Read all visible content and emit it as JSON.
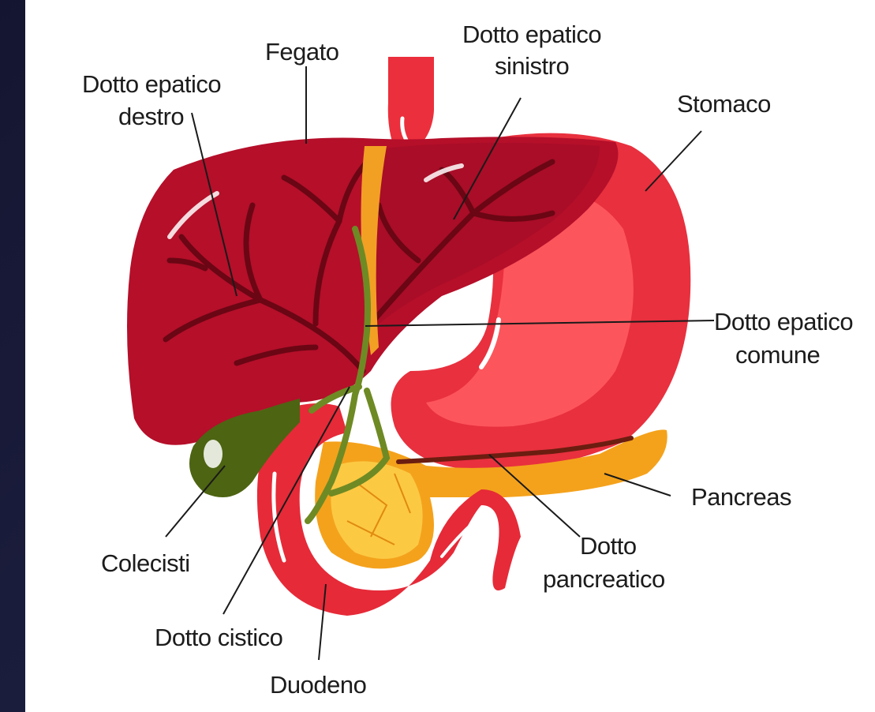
{
  "labels": {
    "fegato": "Fegato",
    "dotto_epatico_destro_1": "Dotto epatico",
    "dotto_epatico_destro_2": "destro",
    "dotto_epatico_sinistro_1": "Dotto epatico",
    "dotto_epatico_sinistro_2": "sinistro",
    "stomaco": "Stomaco",
    "dotto_epatico_comune_1": "Dotto epatico",
    "dotto_epatico_comune_2": "comune",
    "pancreas": "Pancreas",
    "dotto_pancreatico_1": "Dotto",
    "dotto_pancreatico_2": "pancreatico",
    "colecisti": "Colecisti",
    "dotto_cistico": "Dotto cistico",
    "duodeno": "Duodeno"
  },
  "colors": {
    "background": "#161833",
    "panel": "#ffffff",
    "liver": "#b50f2a",
    "liver_vessels": "#6b0614",
    "stomach": "#e8303e",
    "stomach_light": "#ff5a5f",
    "gallbladder": "#4d6412",
    "bile_duct": "#6e8a24",
    "pancreas": "#f4a21c",
    "pancreas_light": "#fdd04a",
    "duodenum": "#e62a38",
    "esophagus": "#ec2f3c"
  }
}
